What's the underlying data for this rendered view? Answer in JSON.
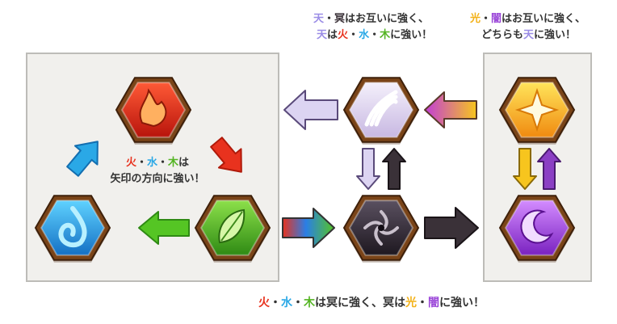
{
  "elements": [
    {
      "id": "fire",
      "name": "火",
      "color": "#e8321e"
    },
    {
      "id": "water",
      "name": "水",
      "color": "#2aa8e6"
    },
    {
      "id": "wood",
      "name": "木",
      "color": "#55b524"
    },
    {
      "id": "sky",
      "name": "天",
      "color": "#9b8de6"
    },
    {
      "id": "dark",
      "name": "冥",
      "color": "#3a3138"
    },
    {
      "id": "light",
      "name": "光",
      "color": "#f3b21a"
    },
    {
      "id": "shadow",
      "name": "闇",
      "color": "#9a45d8"
    }
  ],
  "captions": {
    "sky_dark": {
      "line1": {
        "a": "天",
        "s1": "・",
        "b": "冥",
        "rest": "はお互いに強く、"
      },
      "line2": {
        "a": "天",
        "s1": "は",
        "b": "火",
        "s2": "・",
        "c": "水",
        "s3": "・",
        "d": "木",
        "rest": "に強い！"
      }
    },
    "light_shadow": {
      "line1": {
        "a": "光",
        "s1": "・",
        "b": "闇",
        "rest": "はお互いに強く、"
      },
      "line2": {
        "pre": "どちらも",
        "a": "天",
        "rest": "に強い！"
      }
    },
    "triangle": {
      "line1": {
        "a": "火",
        "s1": "・",
        "b": "水",
        "s2": "・",
        "c": "木",
        "rest": "は"
      },
      "line2": "矢印の方向に強い！"
    },
    "bottom": {
      "a": "火",
      "s1": "・",
      "b": "水",
      "s2": "・",
      "c": "木",
      "s3": "は冥に強く、冥は",
      "d": "光",
      "s4": "・",
      "e": "闇",
      "rest": "に強い！"
    }
  },
  "colors": {
    "fire": "#e8321e",
    "water": "#2aa8e6",
    "wood": "#55b524",
    "sky": "#9b8de6",
    "dark": "#3a3138",
    "light": "#f3b21a",
    "shadow": "#9a45d8",
    "arrow_sky": "#dcd4f2",
    "arrow_light": "#f7c51e",
    "arrow_purple": "#8b3fc4",
    "panel_bg": "#f1f0ed",
    "panel_border": "#bdbcb8"
  }
}
